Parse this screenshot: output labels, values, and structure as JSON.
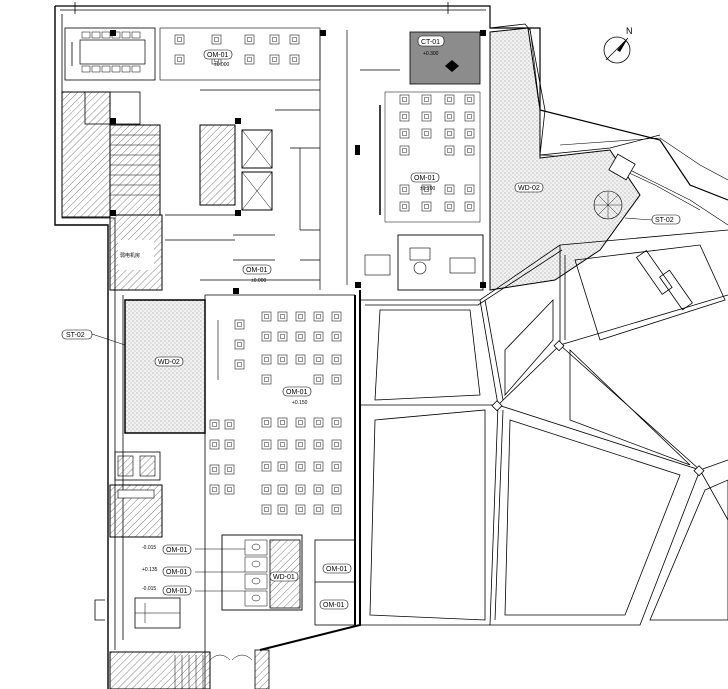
{
  "north_label": "N",
  "tags": {
    "om_top": "OM-01",
    "om_top_level": "±0.000",
    "ct": "CT-01",
    "ct_level": "+0.300",
    "om_center": "OM-01",
    "om_center_level": "±0.200",
    "wd_right": "WD-02",
    "st_right": "ST-02",
    "om_mid": "OM-01",
    "om_mid_level": "±0.000",
    "st_left": "ST-02",
    "wd_left": "WD-02",
    "om_work": "OM-01",
    "om_work_level": "+0.150",
    "om_b1": "OM-01",
    "om_b1_level": "-0.015",
    "om_b2": "OM-01",
    "om_b2_level": "+0.135",
    "om_b3": "OM-01",
    "om_b3_level": "-0.015",
    "wd_bath": "WD-01",
    "om_r1": "OM-01",
    "om_r2": "OM-01"
  },
  "room_label": "弱电机房",
  "colors": {
    "line": "#000000",
    "hatch": "#555555",
    "ct_fill": "#8c8c8c"
  }
}
